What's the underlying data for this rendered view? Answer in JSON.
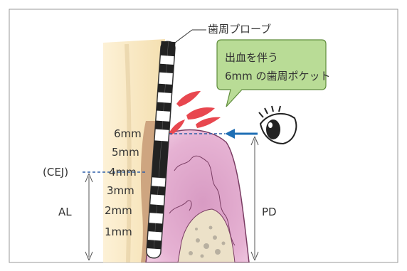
{
  "probe_label": "歯周プローブ",
  "callout": {
    "line1": "出血を伴う",
    "line2": "6mm の歯周ポケット"
  },
  "depth_marks": [
    "6mm",
    "5mm",
    "4mm",
    "3mm",
    "2mm",
    "1mm"
  ],
  "cej_label": "(CEJ)",
  "al_label": "AL",
  "pd_label": "PD",
  "colors": {
    "callout_fill": "#b9dc96",
    "callout_stroke": "#5f8c3c",
    "blood": "#e8474f",
    "gum_pink": "#e3a8cc",
    "gum_inner": "#c873a6",
    "bone": "#efe5cf",
    "tooth_root": "#f6e8c6",
    "arrow_blue": "#1f6fb5",
    "dash_blue": "#2d5fa8",
    "frame": "#999999"
  }
}
